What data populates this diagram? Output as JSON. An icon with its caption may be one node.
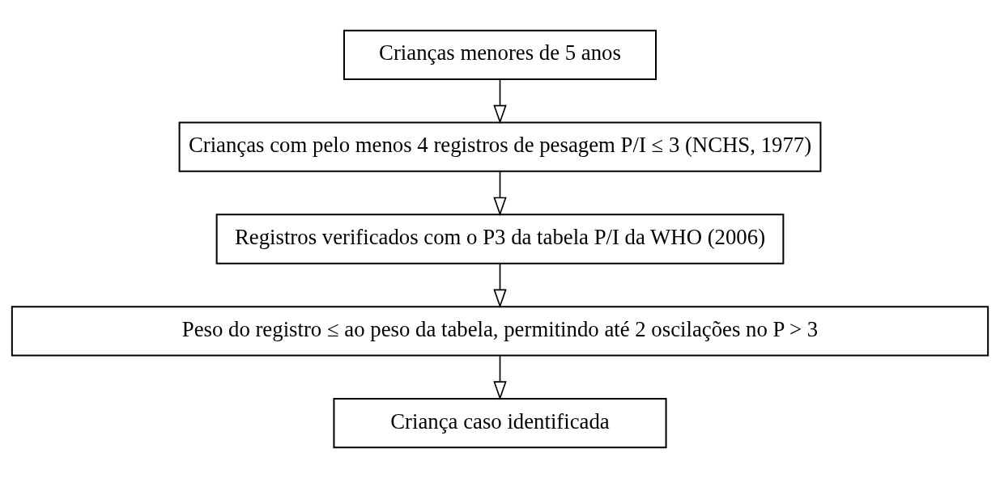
{
  "diagram": {
    "nodes": [
      {
        "text": [
          "Crianças menores de 5 anos"
        ]
      },
      {
        "text": [
          "Crianças com pelo menos 4 registros de pesagem P/I ≤ 3 (NCHS, 1977)"
        ]
      },
      {
        "text": [
          "Registros verificados com o P3 da tabela P/I da WHO (2006)"
        ]
      },
      {
        "text": [
          "Peso do registro ≤ ao peso da tabela, permitindo até 2 oscilações no P > 3"
        ]
      },
      {
        "text": [
          "Criança caso identificada"
        ]
      }
    ],
    "edges": [
      {
        "from": 0,
        "to": 1,
        "arrow": "to"
      },
      {
        "from": 1,
        "to": 2,
        "arrow": "to"
      },
      {
        "from": 2,
        "to": 3,
        "arrow": "to"
      },
      {
        "from": 3,
        "to": 4,
        "arrow": "to"
      }
    ]
  }
}
